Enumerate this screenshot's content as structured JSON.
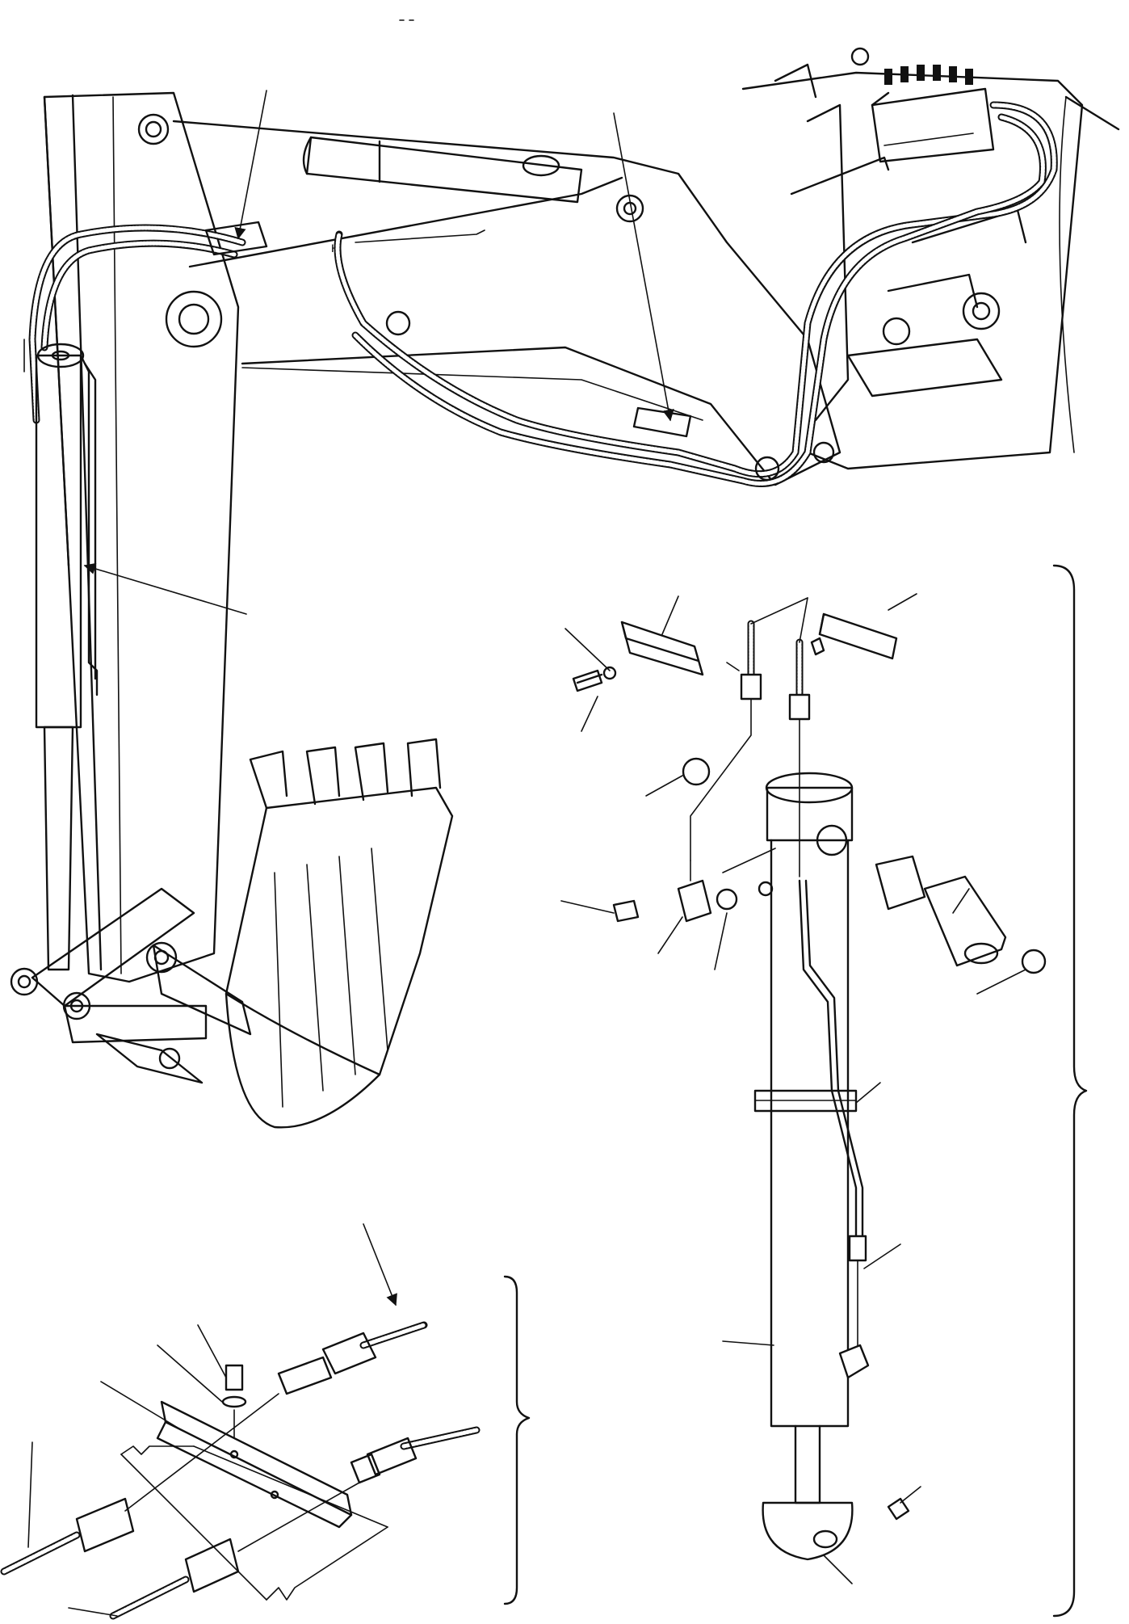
{
  "figure": {
    "header_mark": "",
    "views": [
      "boom-and-arm-piping-overview",
      "arm-cylinder-exploded-view",
      "hose-clamp-detail-view"
    ],
    "reference_callouts_shown": true,
    "callout_numbers_printed": false,
    "brackets": [
      "right-curly-brace",
      "lower-curly-brace"
    ]
  }
}
